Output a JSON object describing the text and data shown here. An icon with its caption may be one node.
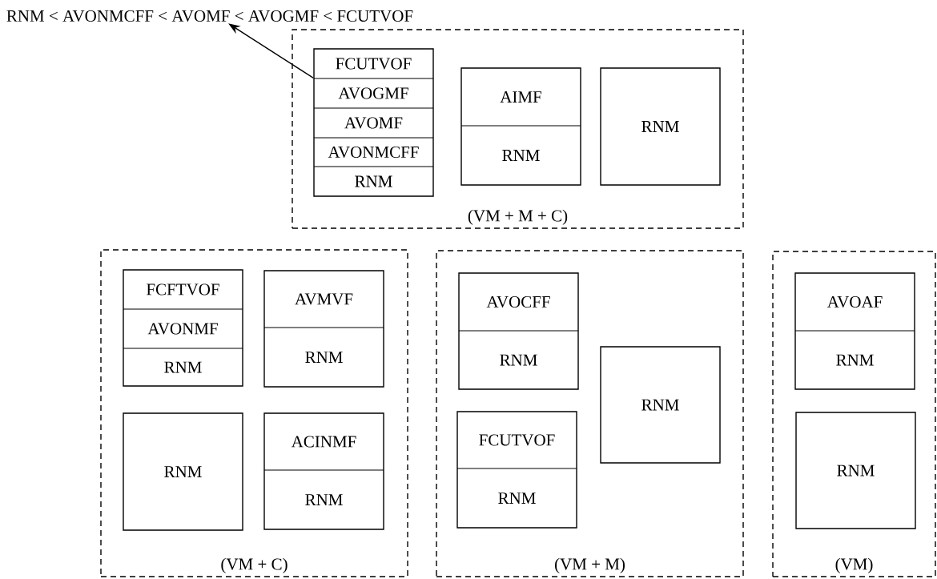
{
  "diagram": {
    "nodes": [
      {
        "text": [
          "RNM < AVONMCFF < AVOMF < AVOGMF < FCUTVOF"
        ]
      },
      {
        "text": [
          "(VM + M + C)"
        ]
      },
      {
        "text": [
          "FCUTVOF",
          "AVOGMF",
          "AVOMF",
          "AVONMCFF",
          "RNM"
        ],
        "in": 1
      },
      {
        "text": [
          "AIMF",
          "RNM"
        ],
        "in": 1
      },
      {
        "text": [
          "RNM"
        ],
        "in": 1
      },
      {
        "text": [
          "(VM + C)"
        ]
      },
      {
        "text": [
          "FCFTVOF",
          "AVONMF",
          "RNM"
        ],
        "in": 5
      },
      {
        "text": [
          "AVMVF",
          "RNM"
        ],
        "in": 5
      },
      {
        "text": [
          "RNM"
        ],
        "in": 5
      },
      {
        "text": [
          "ACINMF",
          "RNM"
        ],
        "in": 5
      },
      {
        "text": [
          "(VM + M)"
        ]
      },
      {
        "text": [
          "AVOCFF",
          "RNM"
        ],
        "in": 10
      },
      {
        "text": [
          "RNM"
        ],
        "in": 10
      },
      {
        "text": [
          "FCUTVOF",
          "RNM"
        ],
        "in": 10
      },
      {
        "text": [
          "(VM)"
        ]
      },
      {
        "text": [
          "AVOAF",
          "RNM"
        ],
        "in": 14
      },
      {
        "text": [
          "RNM"
        ],
        "in": 14
      }
    ],
    "edges": [
      {
        "from": 2,
        "to": 0,
        "arrow": "to"
      }
    ]
  }
}
